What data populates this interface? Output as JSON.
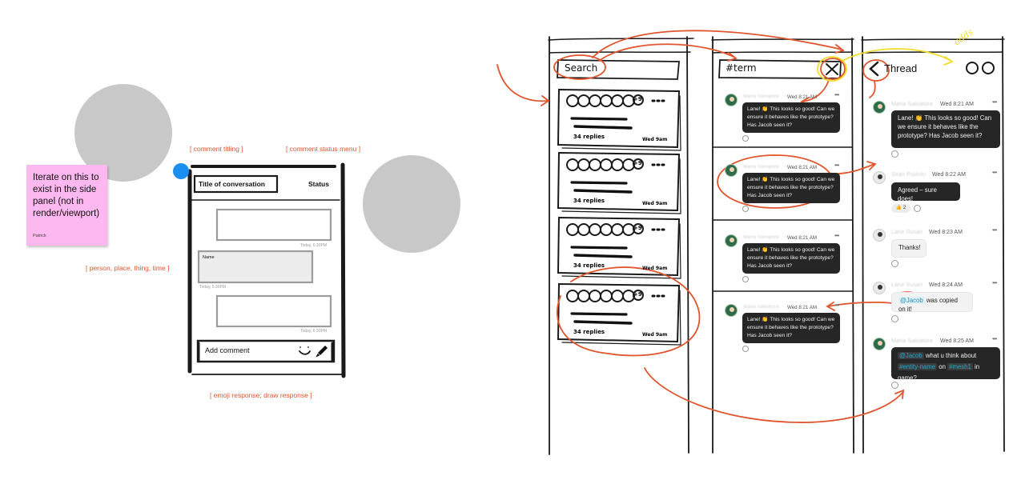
{
  "sticky_note": {
    "text": "Iterate on this to exist in the side panel (not in render/viewport)",
    "author": "Patrick",
    "color": "#fdb8f0"
  },
  "annotations": {
    "comment_titling": "[ comment titling ]",
    "comment_status_menu": "[ comment status menu ]",
    "person_place": "[ person, place, thing, time ]",
    "emoji_draw": "[ emoji response; draw response ]",
    "color": "#e0552e"
  },
  "comment_panel": {
    "title": "Title of conversation",
    "status": "Status",
    "timestamp_1": "Today, 6:30PM",
    "name_field": "Name",
    "timestamp_2": "Today, 5:30PM",
    "timestamp_3": "Today, 6:30PM",
    "add_comment": "Add comment"
  },
  "search_screen": {
    "search_label": "Search",
    "cards": [
      {
        "count": "+9",
        "replies": "34 replies",
        "day": "Wed 9am"
      },
      {
        "count": "+9",
        "replies": "34 replies",
        "day": "Wed 9am"
      },
      {
        "count": "+9",
        "replies": "34 replies",
        "day": "Wed 9am"
      },
      {
        "count": "+9",
        "replies": "34 replies",
        "day": "Wed 9am"
      }
    ]
  },
  "term_screen": {
    "term_label": "#term",
    "close_icon": "close-icon",
    "messages": [
      {
        "user": "Maria Salvatore",
        "time": "Wed 8:21 AM",
        "text": "Lane! 👏 This looks so good! Can we ensure it behaves like the prototype? Has Jacob seen it?"
      },
      {
        "user": "Maria Salvatore",
        "time": "Wed 8:21 AM",
        "text": "Lane! 👏 This looks so good! Can we ensure it behaves like the prototype? Has Jacob seen it?"
      },
      {
        "user": "Maria Salvatore",
        "time": "Wed 8:21 AM",
        "text": "Lane! 👏 This looks so good! Can we ensure it behaves like the prototype? Has Jacob seen it?"
      },
      {
        "user": "Maria Salvatore",
        "time": "Wed 8:21 AM",
        "text": "Lane! 👏 This looks so good! Can we ensure it behaves like the prototype? Has Jacob seen it?"
      }
    ]
  },
  "thread_screen": {
    "back_icon": "chevron-left-icon",
    "title": "Thread",
    "handwritten_note": "odds",
    "messages": [
      {
        "user": "Maria Salvatore",
        "time": "Wed 8:21 AM",
        "text": "Lane! 👏 This looks so good! Can we ensure it behaves like the prototype? Has Jacob seen it?"
      },
      {
        "user": "Sean Pulaski",
        "time": "Wed 8:22 AM",
        "text": "Agreed – sure does!",
        "reaction": "👍 2"
      },
      {
        "user": "Lane Susan",
        "time": "Wed 8:23 AM",
        "text": "Thanks!"
      },
      {
        "user": "Lane Susan",
        "time": "Wed 8:24 AM",
        "mention": "@Jacob",
        "text": "was copied on it!"
      },
      {
        "user": "Maria Salvatore",
        "time": "Wed 8:25 AM",
        "mention1": "@Jacob",
        "text1": "what u think about",
        "mention2": "#entity-name",
        "text2": "on",
        "mention3": "#mesh1",
        "text3": "in game?"
      }
    ]
  }
}
